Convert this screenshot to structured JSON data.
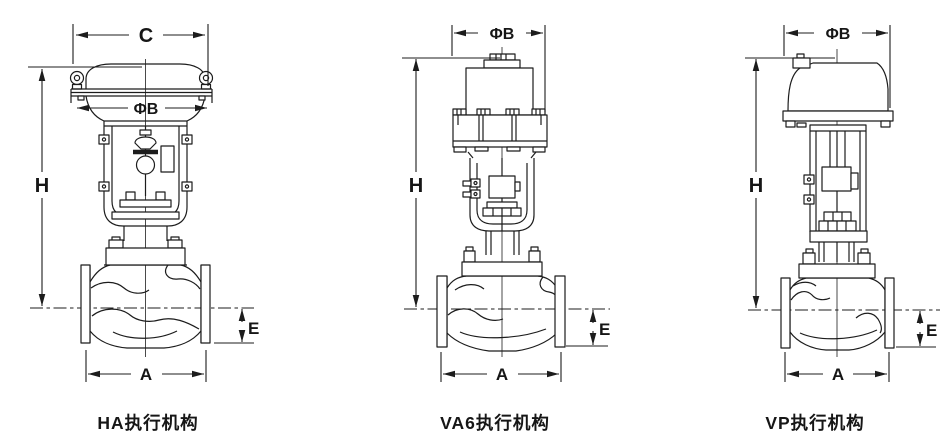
{
  "figure": {
    "background": "#ffffff",
    "line_color": "#1c1c1c"
  },
  "diagrams": [
    {
      "id": "ha",
      "caption": "HA执行机构",
      "labels": {
        "c": "C",
        "phib": "ΦB",
        "h": "H",
        "e": "E",
        "a": "A"
      }
    },
    {
      "id": "va6",
      "caption": "VA6执行机构",
      "labels": {
        "phib": "ΦB",
        "h": "H",
        "e": "E",
        "a": "A"
      }
    },
    {
      "id": "vp",
      "caption": "VP执行机构",
      "labels": {
        "phib": "ΦB",
        "h": "H",
        "e": "E",
        "a": "A"
      }
    }
  ]
}
